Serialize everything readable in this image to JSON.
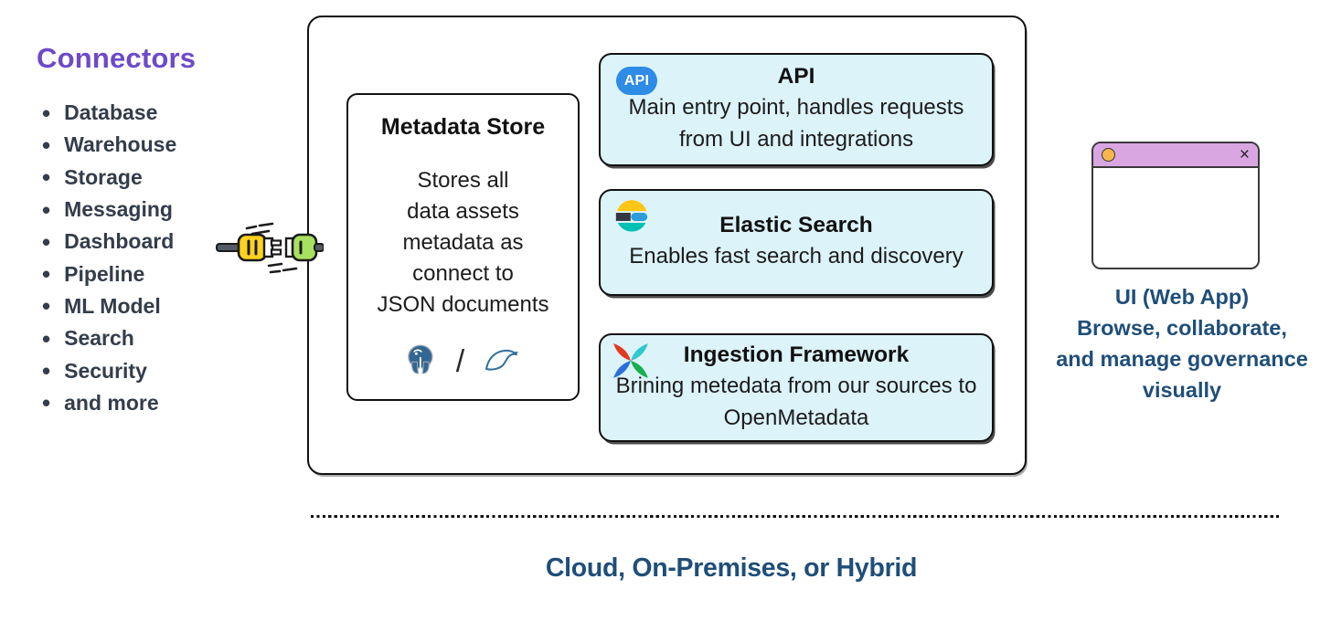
{
  "colors": {
    "accent_purple": "#6C4AC8",
    "list_text": "#333D4B",
    "component_bg": "#DBF3F9",
    "caption_blue": "#1F4E79",
    "titlebar_pink": "#D9A6E2",
    "titlebar_circle_orange": "#F6B64B",
    "api_icon_blue": "#2E8BE6"
  },
  "connectors": {
    "title": "Connectors",
    "items": [
      {
        "label": "Database"
      },
      {
        "label": "Warehouse"
      },
      {
        "label": "Storage"
      },
      {
        "label": "Messaging"
      },
      {
        "label": "Dashboard"
      },
      {
        "label": "Pipeline"
      },
      {
        "label": "ML Model"
      },
      {
        "label": "Search"
      },
      {
        "label": "Security"
      },
      {
        "label": "and more"
      }
    ]
  },
  "platform": {
    "metadata_store": {
      "title": "Metadata Store",
      "body_lines": [
        "Stores all",
        "data assets",
        "metadata as",
        "connect to",
        "JSON documents"
      ],
      "separator": "/",
      "icons": [
        "postgresql-icon",
        "mysql-icon"
      ]
    },
    "components": [
      {
        "icon": "api-icon",
        "icon_label": "API",
        "title": "API",
        "description": "Main entry point, handles requests from UI and integrations"
      },
      {
        "icon": "elasticsearch-icon",
        "title": "Elastic Search",
        "description": "Enables fast search and discovery"
      },
      {
        "icon": "airflow-icon",
        "title": "Ingestion Framework",
        "description": "Brining metedata from our sources to OpenMetadata"
      }
    ]
  },
  "ui_panel": {
    "window_close": "×",
    "caption_lines": [
      "UI (Web App)",
      "Browse, collaborate,",
      "and manage governance",
      "visually"
    ]
  },
  "footer": {
    "label": "Cloud, On-Premises, or Hybrid"
  }
}
